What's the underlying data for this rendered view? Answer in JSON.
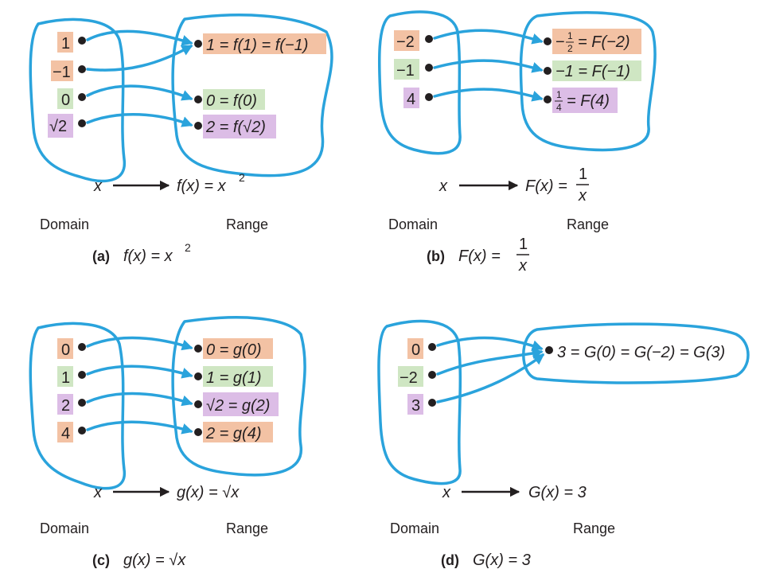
{
  "colors": {
    "blob": "#2aa3dc",
    "orange": "#f3c2a4",
    "green": "#cfe6c3",
    "purple": "#dcbde6",
    "ink": "#231f20"
  },
  "panel_a": {
    "domain": [
      "1",
      "−1",
      "0",
      "√2"
    ],
    "range": [
      "1 = f(1) = f(−1)",
      "0 = f(0)",
      "2 = f(√2)"
    ],
    "x": "x",
    "map": "f(x) = x",
    "exp": "2",
    "domain_label": "Domain",
    "range_label": "Range",
    "caption_letter": "(a)",
    "caption": "f(x) = x",
    "caption_exp": "2"
  },
  "panel_b": {
    "domain": [
      "−2",
      "−1",
      "4"
    ],
    "range": [
      "−",
      "1",
      "2",
      "= F(−2)",
      "−1 = F(−1)",
      "1",
      "4",
      "= F(4)"
    ],
    "x": "x",
    "map": "F(x) =",
    "frac_num": "1",
    "frac_den": "x",
    "domain_label": "Domain",
    "range_label": "Range",
    "caption_letter": "(b)",
    "caption": "F(x) ="
  },
  "panel_c": {
    "domain": [
      "0",
      "1",
      "2",
      "4"
    ],
    "range": [
      "0 = g(0)",
      "1 = g(1)",
      "√2 = g(2)",
      "2 = g(4)"
    ],
    "x": "x",
    "map": "g(x) = √x",
    "domain_label": "Domain",
    "range_label": "Range",
    "caption_letter": "(c)",
    "caption": "g(x) = √x"
  },
  "panel_d": {
    "domain": [
      "0",
      "−2",
      "3"
    ],
    "range": [
      "3 = G(0) = G(−2) = G(3)"
    ],
    "x": "x",
    "map": "G(x) = 3",
    "domain_label": "Domain",
    "range_label": "Range",
    "caption_letter": "(d)",
    "caption": "G(x) = 3"
  }
}
